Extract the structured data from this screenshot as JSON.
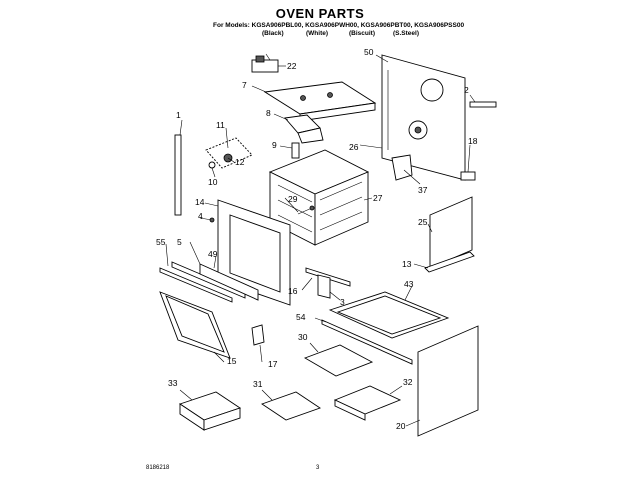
{
  "header": {
    "title": "OVEN PARTS",
    "models_line": "For Models: KGSA906PBL00, KGSA906PWH00, KGSA906PBT00, KGSA906PSS00",
    "colors": [
      "(Black)",
      "(White)",
      "(Biscuit)",
      "(S.Steel)"
    ]
  },
  "callouts": {
    "c1": "1",
    "c2": "2",
    "c3": "3",
    "c4": "4",
    "c5": "5",
    "c7": "7",
    "c8": "8",
    "c9": "9",
    "c10": "10",
    "c11": "11",
    "c12": "12",
    "c13": "13",
    "c14": "14",
    "c15": "15",
    "c16": "16",
    "c17": "17",
    "c18": "18",
    "c20": "20",
    "c22": "22",
    "c25": "25",
    "c26": "26",
    "c27": "27",
    "c29": "29",
    "c30": "30",
    "c31": "31",
    "c32": "32",
    "c33": "33",
    "c37": "37",
    "c43": "43",
    "c49": "49",
    "c50": "50",
    "c54": "54",
    "c55": "55"
  },
  "footer": {
    "doc_number": "8186218",
    "page_number": "3"
  }
}
